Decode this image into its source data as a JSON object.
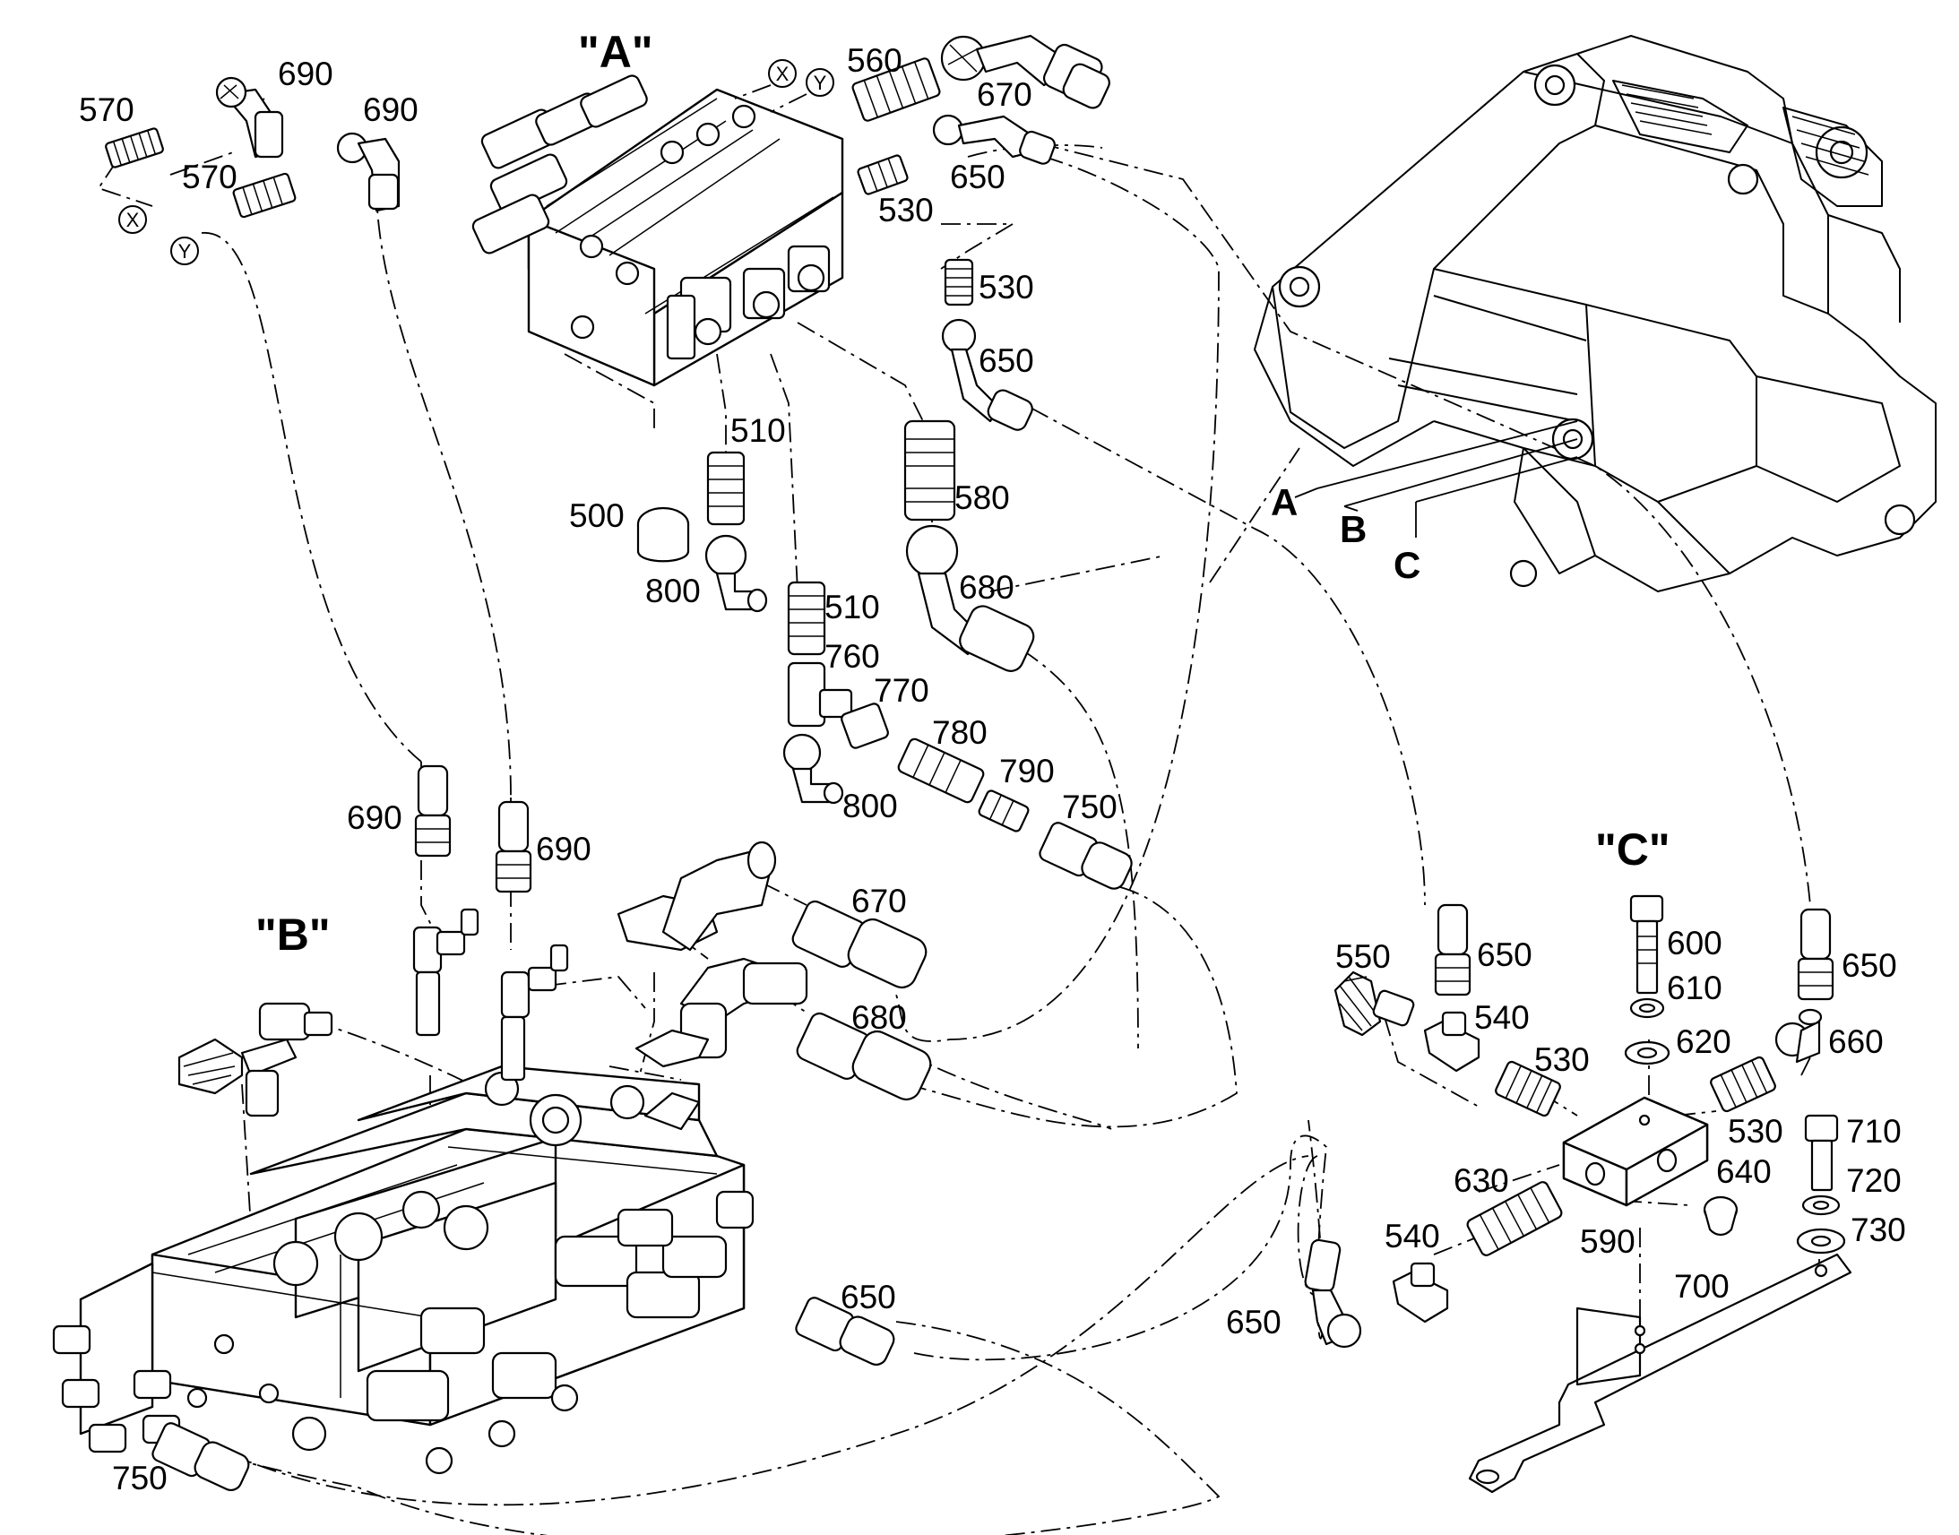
{
  "sections": {
    "a": "\"A\"",
    "b": "\"B\"",
    "c": "\"C\""
  },
  "connection_labels": {
    "a": "A",
    "b": "B",
    "c": "C"
  },
  "markers": {
    "x": "X",
    "y": "Y"
  },
  "callouts": {
    "c570_top": "570",
    "c690_top_left": "690",
    "c690_top_right": "690",
    "c570_mid": "570",
    "c560": "560",
    "c670_top": "670",
    "c650_top": "650",
    "c530_top": "530",
    "c530_mid": "530",
    "c650_mid": "650",
    "c510_top": "510",
    "c500": "500",
    "c580": "580",
    "c800_top": "800",
    "c680_top": "680",
    "c510_mid": "510",
    "c760": "760",
    "c770": "770",
    "c780": "780",
    "c790": "790",
    "c750_top": "750",
    "c800_mid": "800",
    "c690_b_left": "690",
    "c690_b_right": "690",
    "c670_b": "670",
    "c680_b": "680",
    "c650_b": "650",
    "c750_bottom": "750",
    "c550": "550",
    "c650_c_left": "650",
    "c540_top": "540",
    "c600": "600",
    "c610": "610",
    "c620": "620",
    "c530_c_left": "530",
    "c650_c_right": "650",
    "c660": "660",
    "c530_c_right": "530",
    "c710": "710",
    "c720": "720",
    "c730": "730",
    "c630": "630",
    "c640": "640",
    "c540_bottom": "540",
    "c590": "590",
    "c700": "700",
    "c650_bottom": "650"
  }
}
